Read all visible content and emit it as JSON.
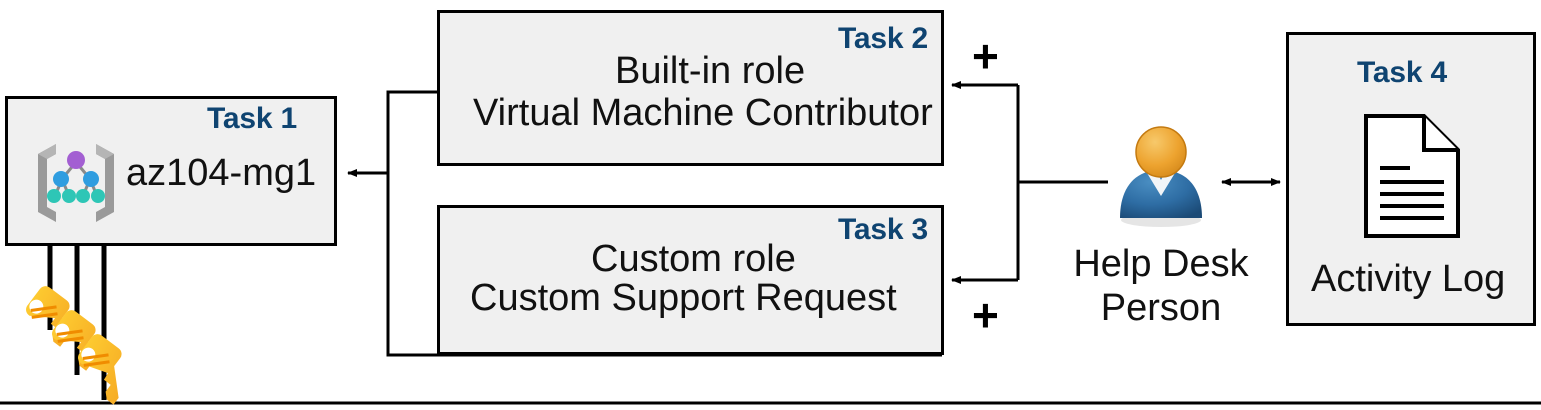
{
  "diagram": {
    "title": "Azure RBAC task assignment diagram",
    "background_color": "#ffffff",
    "box_fill": "#f0f0f0",
    "box_border": "#000000",
    "task_label_color": "#0f4471",
    "text_color": "#111111"
  },
  "boxes": {
    "task1": {
      "label": "Task 1",
      "text": "az104-mg1",
      "icon": "management-group-icon"
    },
    "task2": {
      "label": "Task 2",
      "line1": "Built-in role",
      "line2": "Virtual Machine Contributor"
    },
    "task3": {
      "label": "Task 3",
      "line1": "Custom role",
      "line2": "Custom Support Request"
    },
    "task4": {
      "label": "Task 4",
      "text": "Activity Log",
      "icon": "document-icon"
    }
  },
  "person": {
    "icon": "user-icon",
    "caption_line1": "Help Desk",
    "caption_line2": "Person"
  },
  "operators": {
    "plus_top": "+",
    "plus_bottom": "+"
  },
  "keys": {
    "icon": "key-icon",
    "count": 3,
    "color": "#ffc20e",
    "color_dark": "#f5a623"
  },
  "icon_colors": {
    "mg_bracket": "#9a9a9a",
    "mg_root_node": "#a35fd2",
    "mg_mid_node": "#2f9de0",
    "mg_leaf_node": "#2ec6b6",
    "person_head": "#eda32f",
    "person_body": "#2e6da4"
  }
}
